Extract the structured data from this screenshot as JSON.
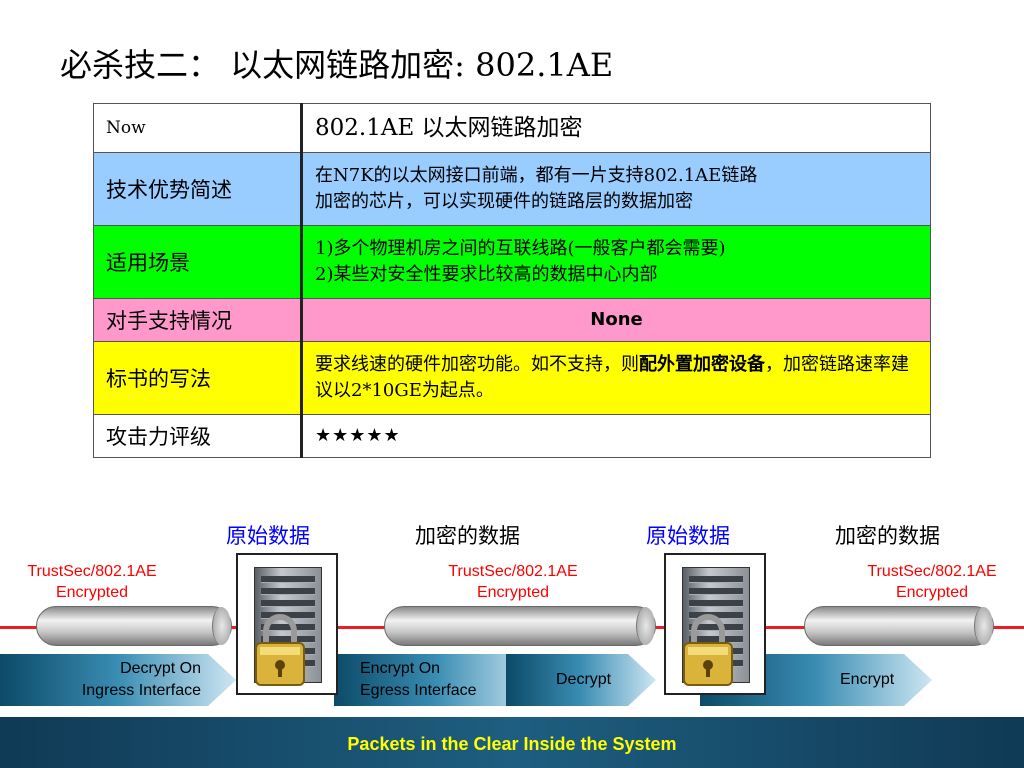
{
  "title": "必杀技二：  以太网链路加密: 802.1AE",
  "table": {
    "rows": [
      {
        "key": "Now",
        "value": "802.1AE 以太网链路加密"
      },
      {
        "key": "技术优势简述",
        "value_line1": "在N7K的以太网接口前端，都有一片支持802.1AE链路",
        "value_line2": "加密的芯片，可以实现硬件的链路层的数据加密"
      },
      {
        "key": "适用场景",
        "value_line1": "1)多个物理机房之间的互联线路(一般客户都会需要)",
        "value_line2": "2)某些对安全性要求比较高的数据中心内部"
      },
      {
        "key": "对手支持情况",
        "value": "None"
      },
      {
        "key": "标书的写法",
        "value_part1": "要求线速的硬件加密功能。如不支持，则",
        "value_bold": "配外置加密设备",
        "value_part2": "，加密链路速率建议以2*10GE为起点。"
      },
      {
        "key": "攻击力评级",
        "value": "★★★★★"
      }
    ]
  },
  "diagram": {
    "top_labels": [
      "原始数据",
      "加密的数据",
      "原始数据",
      "加密的数据"
    ],
    "encrypted_label_1": "TrustSec/802.1AE",
    "encrypted_label_2": "Encrypted",
    "arrows": [
      {
        "line1": "Decrypt On",
        "line2": "Ingress Interface"
      },
      {
        "line1": "Encrypt On",
        "line2": "Egress Interface"
      },
      {
        "line1": "Decrypt"
      },
      {
        "line1": "Encrypt"
      }
    ],
    "bottom_banner": "Packets in the Clear Inside the System"
  },
  "colors": {
    "row_blue": "#99ccff",
    "row_green": "#00ff00",
    "row_pink": "#ff99cc",
    "row_yellow": "#ffff00",
    "label_blue": "#0000ff",
    "encrypted_red": "#ff0000",
    "banner_text": "#ffff00"
  },
  "icons": [
    "server-chassis-icon",
    "padlock-icon",
    "star-icon"
  ]
}
